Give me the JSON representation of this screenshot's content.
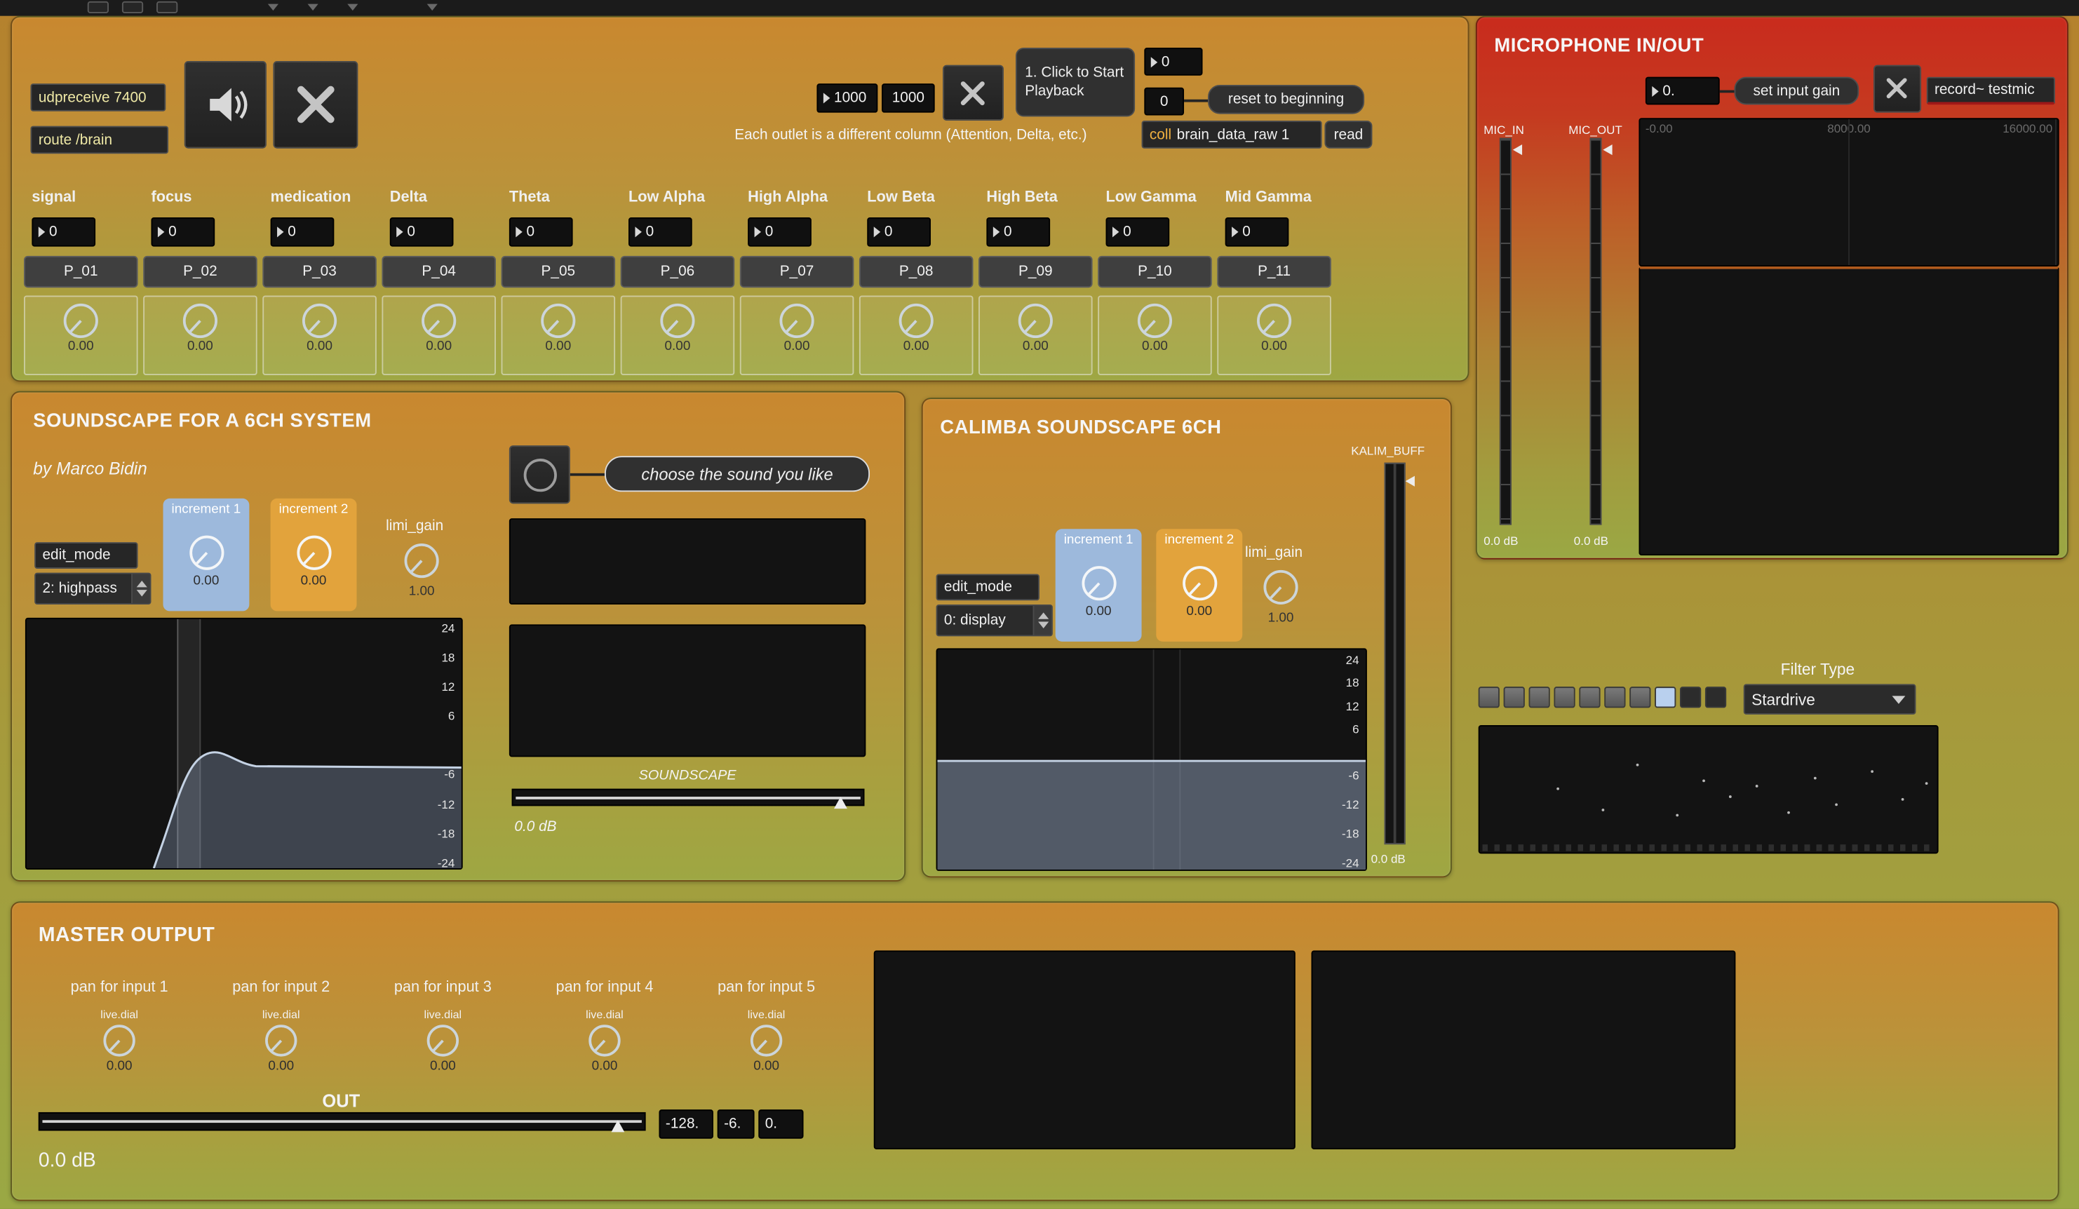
{
  "brain": {
    "udpreceive": "udpreceive 7400",
    "route": "route /brain",
    "rate1": "1000",
    "rate2": "1000",
    "playback_note": "1. Click to Start Playback",
    "count1": "0",
    "count2": "0",
    "reset_msg": "reset to beginning",
    "outlet_note": "Each outlet is a different column (Attention, Delta, etc.)",
    "coll_name": "coll",
    "coll_args": "brain_data_raw 1",
    "read_btn": "read",
    "columns": [
      {
        "label": "signal",
        "value": "0",
        "preset": "P_01",
        "dial": "0.00"
      },
      {
        "label": "focus",
        "value": "0",
        "preset": "P_02",
        "dial": "0.00"
      },
      {
        "label": "medication",
        "value": "0",
        "preset": "P_03",
        "dial": "0.00"
      },
      {
        "label": "Delta",
        "value": "0",
        "preset": "P_04",
        "dial": "0.00"
      },
      {
        "label": "Theta",
        "value": "0",
        "preset": "P_05",
        "dial": "0.00"
      },
      {
        "label": "Low Alpha",
        "value": "0",
        "preset": "P_06",
        "dial": "0.00"
      },
      {
        "label": "High Alpha",
        "value": "0",
        "preset": "P_07",
        "dial": "0.00"
      },
      {
        "label": "Low Beta",
        "value": "0",
        "preset": "P_08",
        "dial": "0.00"
      },
      {
        "label": "High Beta",
        "value": "0",
        "preset": "P_09",
        "dial": "0.00"
      },
      {
        "label": "Low Gamma",
        "value": "0",
        "preset": "P_10",
        "dial": "0.00"
      },
      {
        "label": "Mid Gamma",
        "value": "0",
        "preset": "P_11",
        "dial": "0.00"
      }
    ]
  },
  "mic": {
    "title": "MICROPHONE IN/OUT",
    "gain_value": "0.",
    "set_gain_msg": "set input gain",
    "record_msg": "record~ testmic",
    "meter_in_label": "MIC_IN",
    "meter_out_label": "MIC_OUT",
    "meter_in_db": "0.0 dB",
    "meter_out_db": "0.0 dB",
    "spectrum_ticks": [
      "-0.00",
      "8000.00",
      "16000.00"
    ]
  },
  "soundscape": {
    "title": "SOUNDSCAPE FOR A 6CH SYSTEM",
    "author": "by Marco Bidin",
    "edit_mode_label": "edit_mode",
    "edit_mode_value": "2: highpass",
    "inc1_label": "increment 1",
    "inc1_value": "0.00",
    "inc2_label": "increment 2",
    "inc2_value": "0.00",
    "limi_label": "limi_gain",
    "limi_value": "1.00",
    "choose_note": "choose the sound you like",
    "scope_label": "SOUNDSCAPE",
    "gain_db": "0.0 dB",
    "scale": [
      "24",
      "18",
      "12",
      "6",
      "-6",
      "-12",
      "-18",
      "-24"
    ]
  },
  "calimba": {
    "title": "CALIMBA SOUNDSCAPE 6CH",
    "edit_mode_label": "edit_mode",
    "edit_mode_value": "0: display",
    "inc1_label": "increment 1",
    "inc1_value": "0.00",
    "inc2_label": "increment 2",
    "inc2_value": "0.00",
    "limi_label": "limi_gain",
    "limi_value": "1.00",
    "buff_label": "KALIM_BUFF",
    "buff_db": "0.0 dB",
    "scale": [
      "24",
      "18",
      "12",
      "6",
      "-6",
      "-12",
      "-18",
      "-24"
    ]
  },
  "filter": {
    "label": "Filter Type",
    "value": "Stardrive",
    "buttons_count": 10,
    "active_button": 8
  },
  "master": {
    "title": "MASTER OUTPUT",
    "pans": [
      {
        "label": "pan for input 1",
        "type": "live.dial",
        "value": "0.00"
      },
      {
        "label": "pan for input 2",
        "type": "live.dial",
        "value": "0.00"
      },
      {
        "label": "pan for input 3",
        "type": "live.dial",
        "value": "0.00"
      },
      {
        "label": "pan for input 4",
        "type": "live.dial",
        "value": "0.00"
      },
      {
        "label": "pan for input 5",
        "type": "live.dial",
        "value": "0.00"
      }
    ],
    "out_label": "OUT",
    "num1": "-128.",
    "num2": "-6.",
    "num3": "0.",
    "db": "0.0 dB"
  },
  "colors": {
    "accent_blue": "#9db9dc",
    "accent_orange": "#e2a33c",
    "mic_red": "#c92b1d",
    "panel_top": "#c9882f",
    "panel_bottom": "#9ea743"
  }
}
